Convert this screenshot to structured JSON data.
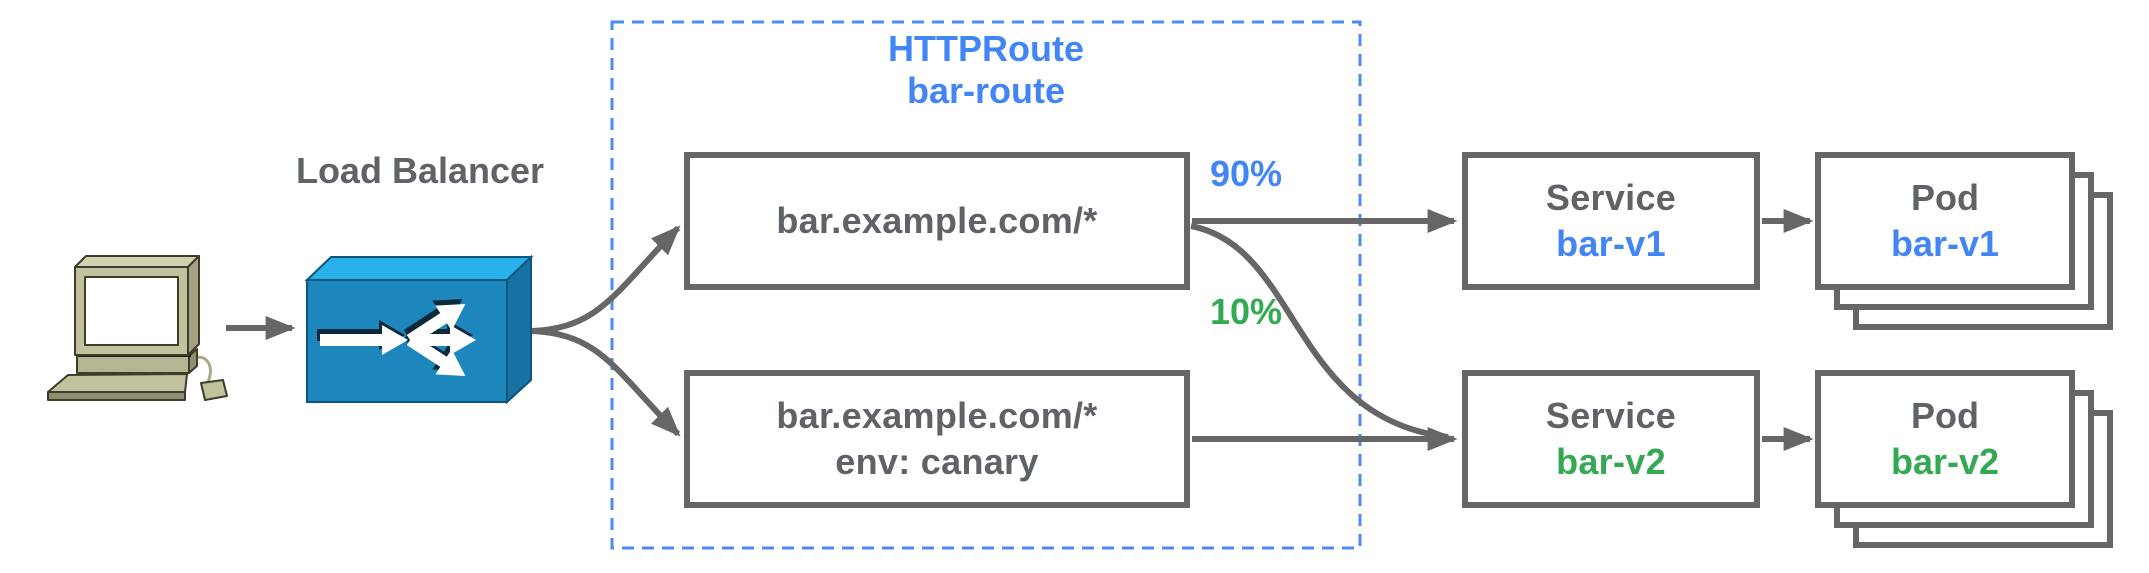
{
  "colors": {
    "accent_blue": "#4285f4",
    "accent_green": "#34a853",
    "text_gray": "#5f6368",
    "line_gray": "#666666",
    "lb_top": "#29b2ea",
    "lb_front": "#1d86bd",
    "lb_side": "#1572a3",
    "dashed_border_blue": "#4c8bf5"
  },
  "icons": {
    "client": "desktop-computer-icon",
    "load_balancer": "traffic-splitter-icon"
  },
  "load_balancer": {
    "label": "Load Balancer"
  },
  "httproute": {
    "title": "HTTPRoute",
    "name": "bar-route",
    "rules": [
      {
        "match": "bar.example.com/*",
        "header": ""
      },
      {
        "match": "bar.example.com/*",
        "header": "env: canary"
      }
    ]
  },
  "weights": {
    "to_v1": "90%",
    "to_v2": "10%"
  },
  "services": [
    {
      "kind": "Service",
      "name": "bar-v1"
    },
    {
      "kind": "Service",
      "name": "bar-v2"
    }
  ],
  "pods": [
    {
      "kind": "Pod",
      "name": "bar-v1"
    },
    {
      "kind": "Pod",
      "name": "bar-v2"
    }
  ]
}
